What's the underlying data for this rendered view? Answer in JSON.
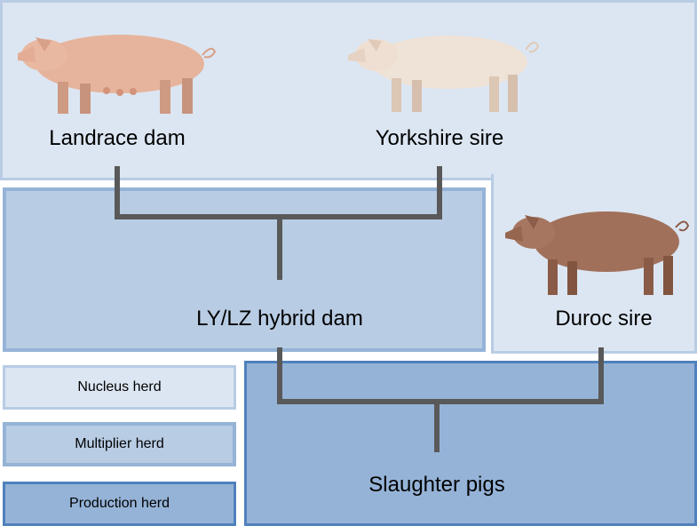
{
  "diagram": {
    "animals": {
      "landrace": {
        "label": "Landrace dam",
        "image": "pink-sow-icon"
      },
      "yorkshire": {
        "label": "Yorkshire sire",
        "image": "white-boar-icon"
      },
      "duroc": {
        "label": "Duroc sire",
        "image": "brown-boar-icon"
      }
    },
    "hybrid_label": "LY/LZ hybrid dam",
    "slaughter_label": "Slaughter pigs"
  },
  "legend": {
    "nucleus": "Nucleus herd",
    "multiplier": "Multiplier herd",
    "production": "Production herd"
  },
  "colors": {
    "nucleus_fill": "#dce6f2",
    "nucleus_border": "#b8cce4",
    "multiplier_fill": "#b8cce4",
    "multiplier_border": "#95b3d7",
    "production_fill": "#95b3d7",
    "production_border": "#4f81bd",
    "connector": "#595959"
  }
}
